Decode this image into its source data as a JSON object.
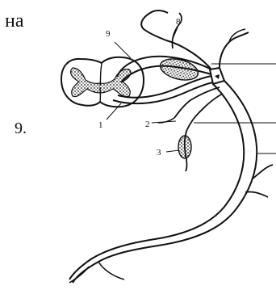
{
  "page": {
    "fragment_text": "на",
    "item_number": "9."
  },
  "figure": {
    "callouts": [
      "9",
      "8",
      "1",
      "2",
      "3"
    ]
  }
}
